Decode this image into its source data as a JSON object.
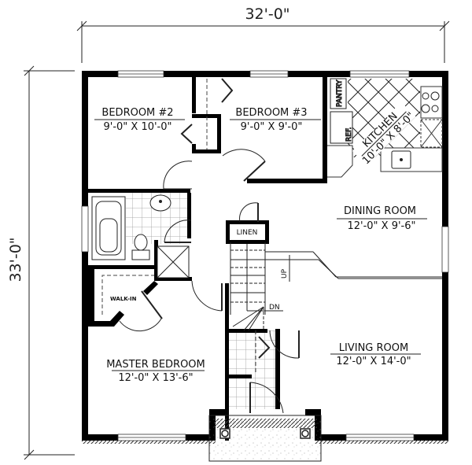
{
  "plan": {
    "overall_width": "32'-0\"",
    "overall_depth": "33'-0\"",
    "colors": {
      "wall": "#000000",
      "line": "#222222",
      "tile": "#999999",
      "background": "#ffffff"
    }
  },
  "rooms": {
    "bedroom2": {
      "name": "BEDROOM  #2",
      "size": "9'-0\" X 10'-0\""
    },
    "bedroom3": {
      "name": "BEDROOM  #3",
      "size": "9'-0\" X 9'-0\""
    },
    "kitchen": {
      "name": "KITCHEN",
      "size": "10'-0\" X 8'-0\""
    },
    "dining": {
      "name": "DINING  ROOM",
      "size": "12'-0\"   X  9'-6\""
    },
    "master": {
      "name": "MASTER  BEDROOM",
      "size": "12'-0\" X 13'-6\""
    },
    "living": {
      "name": "LIVING  ROOM",
      "size": "12'-0\" X 14'-0\""
    }
  },
  "fixtures": {
    "pantry": "PANTRY",
    "ref": "REF.",
    "linen": "LINEN",
    "walkin": "WALK-IN",
    "stair_up": "UP",
    "stair_down": "DN"
  }
}
